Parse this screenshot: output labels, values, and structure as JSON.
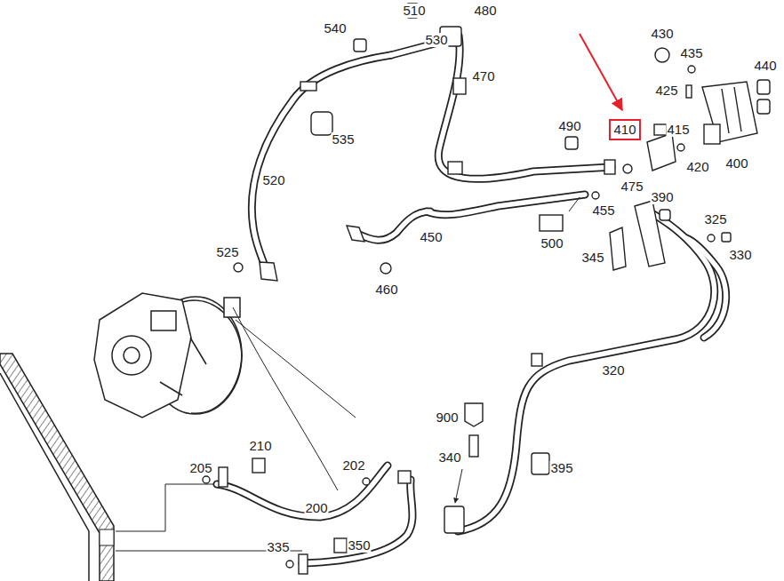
{
  "diagram": {
    "nodes": [
      {
        "text": [
          "410"
        ]
      }
    ],
    "edges": [],
    "labels": [
      "510",
      "480",
      "540",
      "530",
      "470",
      "430",
      "435",
      "440",
      "425",
      "535",
      "490",
      "415",
      "420",
      "400",
      "475",
      "520",
      "390",
      "455",
      "325",
      "330",
      "450",
      "500",
      "345",
      "525",
      "460",
      "320",
      "900",
      "340",
      "395",
      "210",
      "205",
      "202",
      "200",
      "335",
      "350"
    ]
  }
}
